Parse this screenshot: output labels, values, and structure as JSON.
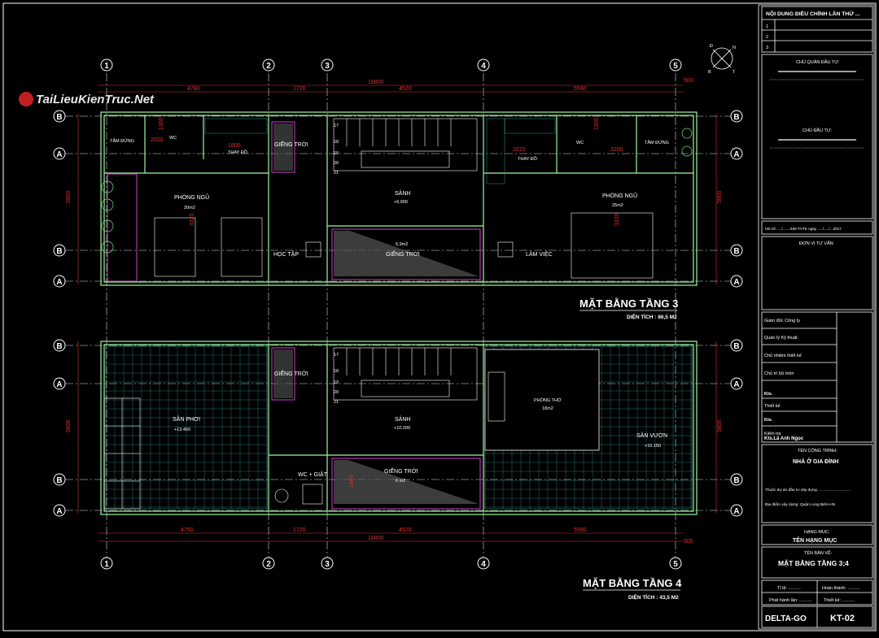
{
  "watermark": "TaiLieuKienTruc.Net",
  "compass": {
    "n": "N",
    "d": "Đ",
    "b": "B",
    "t": "T"
  },
  "axes_vertical": [
    "1",
    "2",
    "3",
    "4",
    "5"
  ],
  "axes_horizontal": [
    "B",
    "A",
    "B",
    "A"
  ],
  "plan3": {
    "title": "MẶT BẰNG TẦNG 3",
    "area": "DIỆN TÍCH : 86,5 M2",
    "dims_top": [
      "4780",
      "1720",
      "4520",
      "5590",
      "500"
    ],
    "dim_total": "16800",
    "dim_side": "5800",
    "rooms": {
      "tam_dung_left": "TẮM ĐỨNG",
      "wc_left": "WC",
      "thay_do_left": "THAY ĐỒ",
      "gieng_troi_top": "GIẾNG TRỜI",
      "sanh": "SẢNH",
      "sanh_level": "+6.900",
      "thay_do_right": "THAY ĐỒ",
      "wc_right": "WC",
      "tam_dung_right": "TẮM ĐỨNG",
      "phong_ngu_left": "PHÒNG NGỦ",
      "phong_ngu_left_area": "20m2",
      "phong_ngu_right": "PHÒNG NGỦ",
      "phong_ngu_right_area": "25m2",
      "hoc_tap": "HỌC TẬP",
      "gieng_troi_mid": "GIẾNG TRỜI",
      "gieng_troi_mid_area": "6,9m2",
      "lam_viec": "LÀM VIỆC",
      "stair_nums": [
        "17",
        "18",
        "19",
        "20",
        "21"
      ],
      "inner_dims": [
        "2020",
        "1800",
        "1300",
        "2070",
        "1300",
        "3200",
        "3320",
        "3320"
      ]
    }
  },
  "plan4": {
    "title": "MẶT BẰNG TẦNG 4",
    "area": "DIỆN TÍCH : 43,5 M2",
    "dims_bottom": [
      "4750",
      "1720",
      "4520",
      "5590",
      "500"
    ],
    "dim_total": "16800",
    "dim_side": "5800",
    "rooms": {
      "gieng_troi_top": "GIẾNG TRỜI",
      "san_phoi": "SÂN PHƠI",
      "san_phoi_level": "+13.450",
      "sanh": "SẢNH",
      "sanh_level": "+10.200",
      "phong_tho": "PHÒNG THỜ",
      "phong_tho_area": "18m2",
      "san_vuon": "SÂN VƯỜN",
      "san_vuon_level": "+10.150",
      "wc_giat": "WC + GIẶT",
      "gieng_troi_bottom": "GIẾNG TRỜI",
      "gieng_troi_bottom_area": "6 m2",
      "stair_nums": [
        "17",
        "18",
        "19",
        "20",
        "21"
      ],
      "inner_dim": "1400"
    }
  },
  "title_block": {
    "revisions_header": "NỘI DUNG ĐIỀU CHỈNH LẦN THỨ ...",
    "revision_rows": [
      "1",
      "2",
      "3"
    ],
    "chu_quan_dau_tu": "CHỦ QUẢN ĐẦU TƯ:",
    "chu_dau_tu": "CHỦ ĐẦU TƯ:",
    "hd_so": "HĐ số ...../......./HĐ-TVTK ngày ...../...../...2017",
    "don_vi_tu_van": "ĐƠN VỊ TƯ VẤN",
    "roles": [
      "Giám đốc Công ty",
      "Quản lý Kỹ thuật",
      "Chủ nhiệm thiết kế",
      "Chủ trì bộ môn",
      "Kts.",
      "Thiết kế",
      "Kts.",
      "Kiểm tra",
      "Kts.Lã Anh Ngọc"
    ],
    "ten_cong_trinh_label": "TÊN CÔNG TRÌNH:",
    "ten_cong_trinh": "NHÀ Ở GIA ĐÌNH",
    "thuoc_du_an": "Thuộc dự án đầu tư xây dựng ..............................",
    "dia_diem": "Địa điểm xây dựng: Quận Long Biên-HN",
    "hang_muc_label": "HẠNG MỤC:",
    "hang_muc": "TÊN HẠNG MỤC",
    "ten_ban_ve_label": "TÊN BẢN VẼ:",
    "ten_ban_ve": "MẶT BẰNG TẦNG 3;4",
    "ti_le": "Tỉ lệ: ..........",
    "hoan_thanh": "Hoàn thành: ..........",
    "phat_hanh": "Phát hành lần: ..........",
    "thiet_ke_so": "Thiết kế: ..........",
    "company": "DELTA-GO",
    "drawing_no": "KT-02"
  },
  "colors": {
    "wall": "#9ff59f",
    "axis": "#ffffff",
    "dim": "#e03030",
    "grid": "#39c0c0",
    "magenta": "#d040d0",
    "frame": "#ffffff"
  }
}
